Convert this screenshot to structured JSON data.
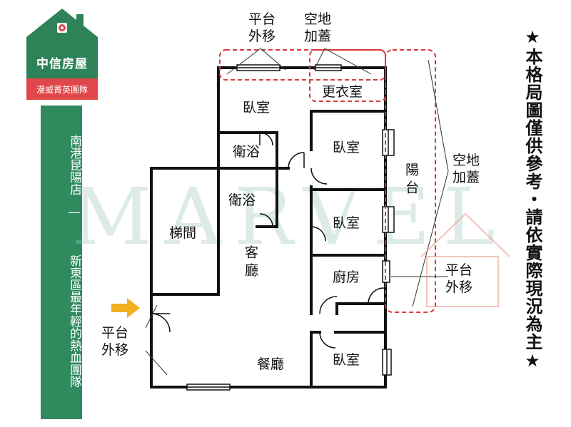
{
  "brand": {
    "name": "中信房屋",
    "team": "漫威菁英團隊",
    "colors": {
      "green": "#2e8257",
      "red": "#e0474a",
      "banner": "#2f8a5e"
    }
  },
  "side_banner": {
    "line1": "南港昆陽店",
    "separator": "—",
    "line2": "新東區最年輕的熱血團隊"
  },
  "disclaimer": "★本格局圖僅供參考・請依實際現況為主★",
  "watermark": "MARVEL",
  "plan": {
    "labels": {
      "platform_move_top": [
        "平台",
        "外移"
      ],
      "vacant_add_top": [
        "空地",
        "加蓋"
      ],
      "bedroom_top": "臥室",
      "dressing_room": "更衣室",
      "bathroom1": "衛浴",
      "bathroom2": "衛浴",
      "bedroom_right_upper": "臥室",
      "balcony": "陽台",
      "vacant_add_right": [
        "空地",
        "加蓋"
      ],
      "stairwell": "梯間",
      "living_room": "客廳",
      "bedroom_right_mid": "臥室",
      "kitchen": "廚房",
      "platform_move_right": [
        "平台",
        "外移"
      ],
      "platform_move_left": [
        "平台",
        "外移"
      ],
      "dining_room": "餐廳",
      "bedroom_bottom": "臥室"
    },
    "colors": {
      "wall": "#111111",
      "dashed": "#d9393b",
      "arrow": "#f2b01e",
      "window": "#ffffff"
    }
  }
}
